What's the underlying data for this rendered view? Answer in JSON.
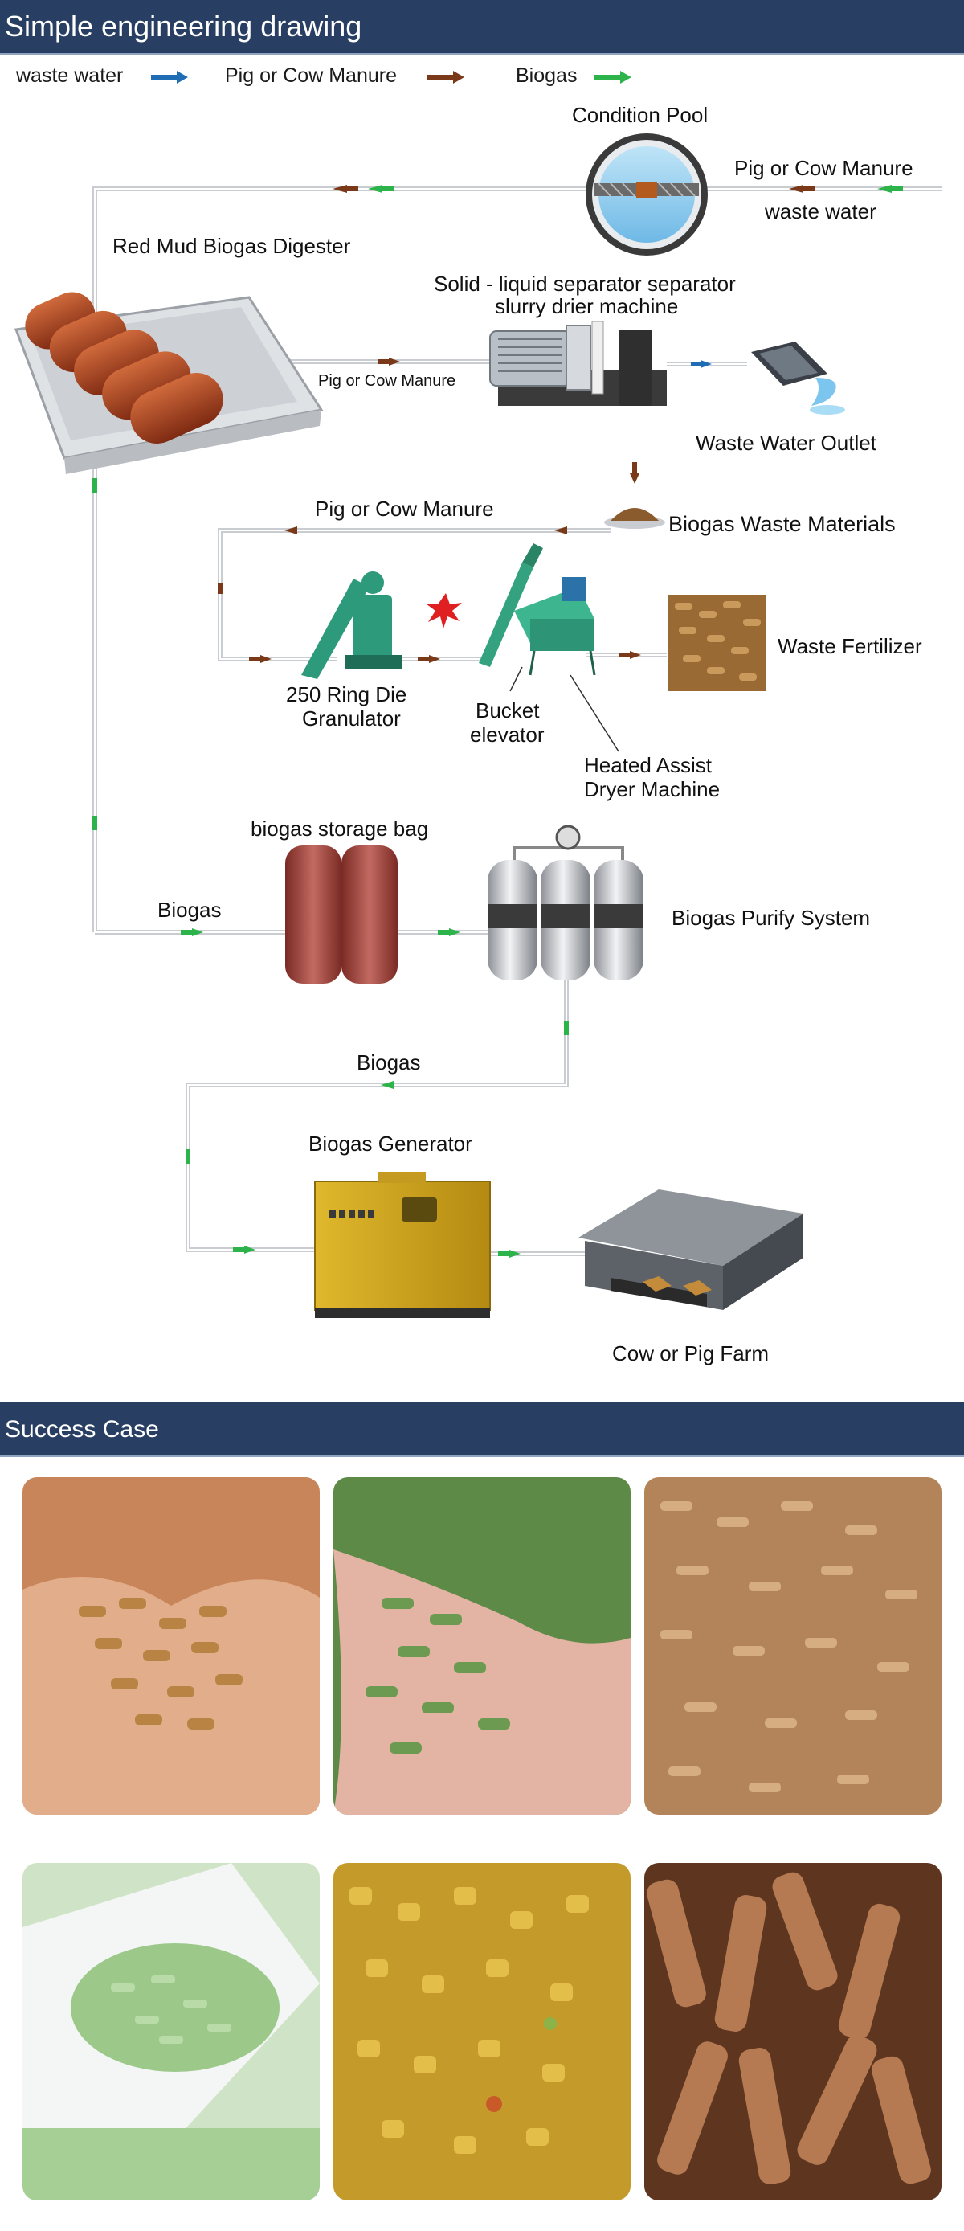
{
  "header": {
    "title": "Simple engineering drawing"
  },
  "legend": [
    {
      "label": "waste water",
      "color": "#1e6db5"
    },
    {
      "label": "Pig or Cow Manure",
      "color": "#7a3a1a"
    },
    {
      "label": "Biogas",
      "color": "#2cb34a"
    }
  ],
  "nodes": {
    "condition_pool": "Condition Pool",
    "inlet_manure": "Pig or Cow Manure",
    "inlet_water": "waste water",
    "digester": "Red Mud Biogas Digester",
    "separator_line1": "Solid - liquid separator separator",
    "separator_line2": "slurry drier machine",
    "pipe_manure_small": "Pig or Cow Manure",
    "waste_water_outlet": "Waste Water Outlet",
    "pipe_manure": "Pig or Cow Manure",
    "biogas_waste": "Biogas Waste Materials",
    "granulator_line1": "250 Ring Die",
    "granulator_line2": "Granulator",
    "elevator_line1": "Bucket",
    "elevator_line2": "elevator",
    "dryer_line1": "Heated Assist",
    "dryer_line2": "Dryer Machine",
    "fertilizer": "Waste Fertilizer",
    "storage_bag": "biogas storage bag",
    "pipe_biogas1": "Biogas",
    "purify": "Biogas Purify System",
    "pipe_biogas2": "Biogas",
    "generator": "Biogas Generator",
    "farm": "Cow or Pig Farm"
  },
  "success": {
    "title": "Success Case",
    "photos": [
      {
        "subject": "wood pellets in hands"
      },
      {
        "subject": "green pellets in hand"
      },
      {
        "subject": "tan pellets pile"
      },
      {
        "subject": "green cat litter in scoop"
      },
      {
        "subject": "yellow feed pellets"
      },
      {
        "subject": "brown wood pellets close-up"
      }
    ]
  }
}
